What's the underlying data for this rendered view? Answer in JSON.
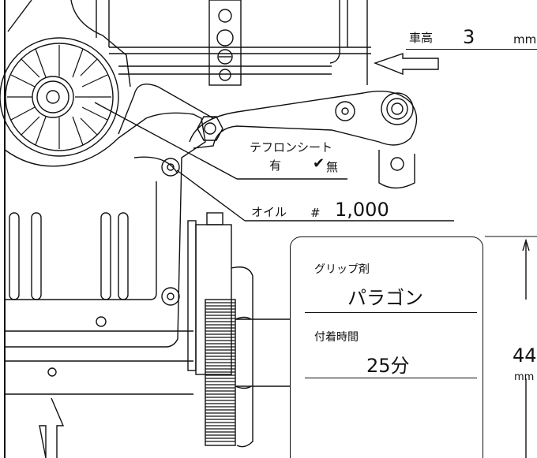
{
  "ride_height": {
    "label": "車高",
    "value": "3",
    "unit": "mm"
  },
  "teflon_sheet": {
    "label": "テフロンシート",
    "option_yes": "有",
    "option_no": "無",
    "checkmark": "✔",
    "selected": "無"
  },
  "oil": {
    "label": "オイル",
    "hash": "#",
    "value": "1,000"
  },
  "grip_agent": {
    "label": "グリップ剤",
    "value": "パラゴン"
  },
  "apply_time": {
    "label": "付着時間",
    "value": "25分"
  },
  "tire_dim": {
    "value": "44",
    "unit": "mm"
  }
}
